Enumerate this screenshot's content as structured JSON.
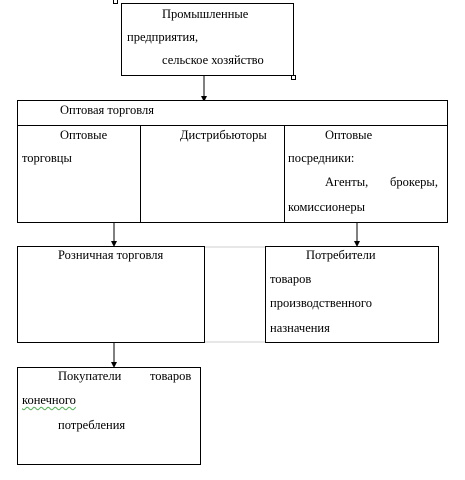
{
  "diagram": {
    "industry": {
      "line1": "Промышленные",
      "line2": "предприятия,",
      "line3": "сельское хозяйство"
    },
    "wholesale": {
      "title": "Оптовая торговля",
      "col1": {
        "line1": "Оптовые",
        "line2": "торговцы"
      },
      "col2": {
        "line1": "Дистрибьюторы"
      },
      "col3": {
        "line1": "Оптовые",
        "line2": "посредники:",
        "line3_a": "Агенты,",
        "line3_b": "брокеры,",
        "line4": "комиссионеры"
      }
    },
    "retail": {
      "line1": "Розничная торговля"
    },
    "industrial_consumers": {
      "line1": "Потребители",
      "line2": "товаров",
      "line3": "производственного",
      "line4": "назначения"
    },
    "end_buyers": {
      "line1_a": "Покупатели",
      "line1_b": "товаров",
      "line2": "конечного",
      "line3": "потребления"
    }
  }
}
